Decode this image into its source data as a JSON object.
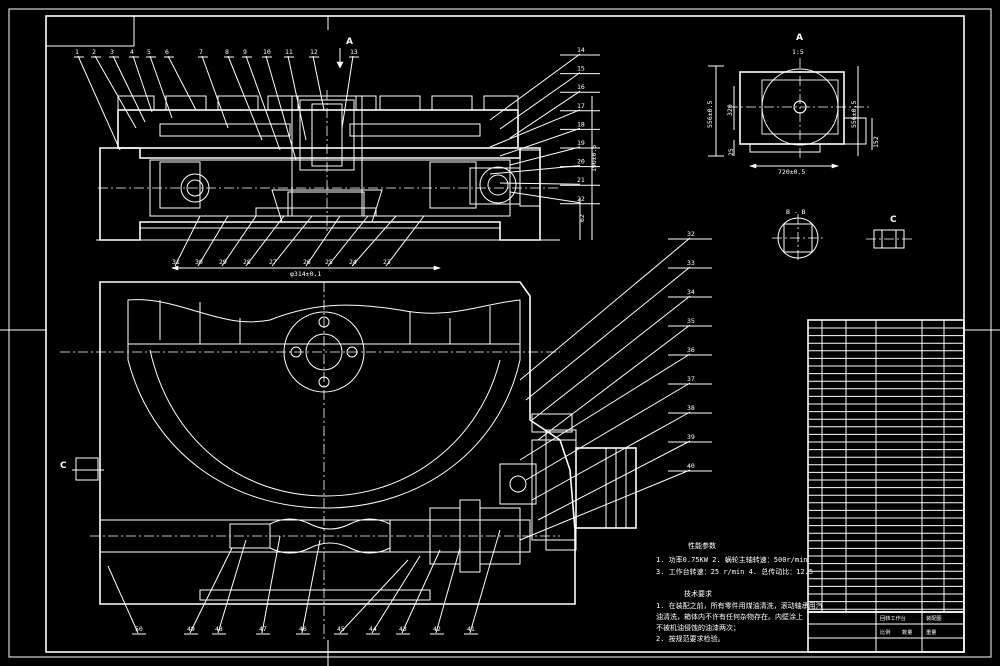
{
  "view_labels": {
    "section_a_top": "A",
    "view_a": "A",
    "view_a_scale": "1:5",
    "section_bb": "B - B",
    "view_c": "C",
    "c_arrow": "C"
  },
  "top_balloons": [
    "1",
    "2",
    "3",
    "4",
    "5",
    "6",
    "7",
    "8",
    "9",
    "10",
    "11",
    "12",
    "13"
  ],
  "right_balloons_top": [
    "14",
    "15",
    "16",
    "17",
    "18",
    "19",
    "20",
    "21",
    "22"
  ],
  "bottom_balloons_top": [
    "31",
    "30",
    "29",
    "28",
    "27",
    "26",
    "25",
    "24",
    "23"
  ],
  "right_balloons_plan": [
    "32",
    "33",
    "34",
    "35",
    "36",
    "37",
    "38",
    "39",
    "40"
  ],
  "bottom_balloons_plan": [
    "50",
    "49",
    "48",
    "47",
    "46",
    "45",
    "44",
    "43",
    "42",
    "41"
  ],
  "dimensions": {
    "bottom_width": "φ314±0.1",
    "height_total": "190±0.5",
    "base_62": "62",
    "view_a_left": "556±0.5",
    "view_a_right": "556±0.5",
    "view_a_inner": "320",
    "view_a_25": "25",
    "view_a_bottom": "720±0.5",
    "view_a_152": "152"
  },
  "notes": {
    "performance_title": "性能参数",
    "perf_line1": "1. 功率0.75KW  2. 蜗轮主轴转速：500r/min",
    "perf_line2": "3. 工作台转速：25 r/min    4. 总传动比：12.5",
    "tech_title": "技术要求",
    "tech_line1": "1. 在装配之前，所有零件用煤油清洗，滚动轴承用汽",
    "tech_line2": "油清洗，箱体内不许有任何杂物存在。内壁涂上",
    "tech_line3": "不被机油侵蚀的油漆两次；",
    "tech_line4": "2. 按规范要求检验。"
  },
  "title_block": {
    "designation": "回转工作台",
    "material": "装配图",
    "scale_cells": [
      "比例",
      "数量",
      "重量"
    ]
  }
}
